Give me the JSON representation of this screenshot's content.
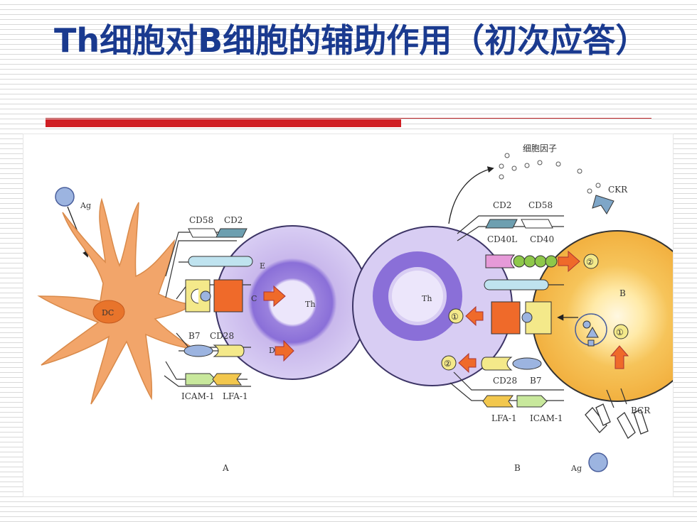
{
  "slide": {
    "title": "Th细胞对B细胞的辅助作用（初次应答）"
  },
  "figure": {
    "panel_a": {
      "ag": "Ag",
      "dc": "DC",
      "th": "Th",
      "pair_labels_top": [
        "CD58",
        "CD2"
      ],
      "pair_labels_mid": [
        "B7",
        "CD28"
      ],
      "pair_labels_bottom": [
        "ICAM-1",
        "LFA-1"
      ],
      "markers": [
        "E",
        "C",
        "D"
      ],
      "caption": "A"
    },
    "panel_b": {
      "cytokine": "细胞因子",
      "ckr": "CKR",
      "th": "Th",
      "b": "B",
      "pair_labels_1": [
        "CD2",
        "CD58"
      ],
      "pair_labels_2": [
        "CD40L",
        "CD40"
      ],
      "pair_labels_3": [
        "CD28",
        "B7"
      ],
      "pair_labels_4": [
        "LFA-1",
        "ICAM-1"
      ],
      "bcr": "BCR",
      "ag": "Ag",
      "num1": "①",
      "num2": "②",
      "caption": "B"
    },
    "colors": {
      "cell_lavender": "#c9b8ec",
      "th_ring": "#8a6fd8",
      "dc_orange": "#f2a56a",
      "b_cell": "#f6c45a",
      "arrow_orange": "#ef6a2a"
    }
  }
}
